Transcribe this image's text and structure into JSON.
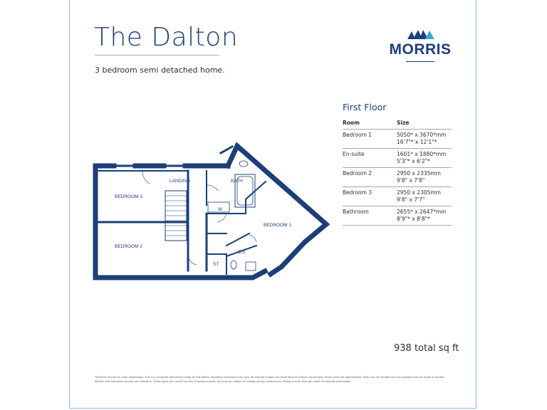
{
  "header": {
    "title": "The Dalton",
    "subtitle": "3 bedroom semi detached home."
  },
  "logo": {
    "word": "MORRIS"
  },
  "schedule": {
    "floor": "First Floor",
    "col_room": "Room",
    "col_size": "Size",
    "rows": [
      {
        "room": "Bedroom 1",
        "metric": "5050* x 3670*mm",
        "imperial": "16'7\"* x 12'1\"*"
      },
      {
        "room": "En-suite",
        "metric": "1601* x 1880*mm",
        "imperial": "5'3\"* x 6'2\"*"
      },
      {
        "room": "Bedroom 2",
        "metric": "2950 x 2335mm",
        "imperial": "9'8\" x 7'8\""
      },
      {
        "room": "Bedroom 3",
        "metric": "2950 x 2305mm",
        "imperial": "9'8\" x 7'7\""
      },
      {
        "room": "Bathroom",
        "metric": "2655* x 2647*mm",
        "imperial": "8'9\"* x 8'8\"*"
      }
    ]
  },
  "plan": {
    "labels": {
      "bedroom3": "BEDROOM 3",
      "bedroom2": "BEDROOM 2",
      "landing": "LANDING",
      "bath": "BATH",
      "w": "W",
      "bedroom1": "BEDROOM 1",
      "es": "E/S",
      "st": "ST"
    }
  },
  "footer": {
    "total": "938 total sq ft",
    "disclaimer": "*Denotes maximum room dimensions. This is a computer generated image of The Dalton, elevation treatment may vary. All internal images are illustrative of a Morris house type. Room sizes are approximate. Plots may be handed and any garages may be single or double. Kitchen and bathroom layouts are indicative. These plans are correct at time of going to press, but may be subject to change during construction. Please ensure that you check for specific plot details."
  },
  "colors": {
    "brand": "#1d3f78",
    "accent": "#8fb8c8",
    "logo_light": "#3fa6d6"
  }
}
